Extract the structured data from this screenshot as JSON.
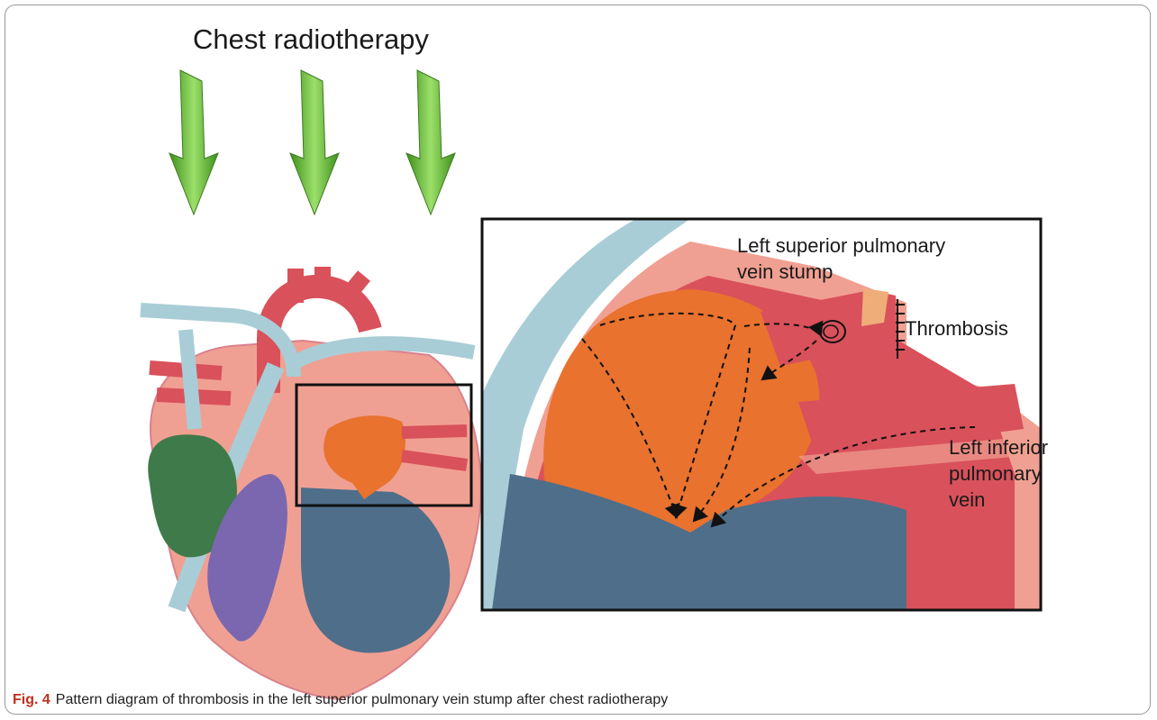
{
  "figure": {
    "title": "Chest radiotherapy",
    "labels": {
      "superior_vein_line1": "Left superior pulmonary",
      "superior_vein_line2": "vein stump",
      "thrombosis": "Thrombosis",
      "inferior_vein_line1": "Left inferior",
      "inferior_vein_line2": "pulmonary",
      "inferior_vein_line3": "vein"
    },
    "caption": {
      "number": "Fig. 4",
      "text": "Pattern diagram of thrombosis in the left superior pulmonary vein stump after chest radiotherapy"
    },
    "arrow_count": 3,
    "colors": {
      "arrow_green": "#5cb82e",
      "artery_red": "#d9515b",
      "vein_blue": "#a9cdd6",
      "left_atrium_orange": "#e8722e",
      "left_ventricle_blue": "#4f6e8a",
      "right_atrium_green": "#3f7a4a",
      "right_ventricle_purple": "#7a67b0",
      "myocardium_pink": "#f0a092"
    }
  }
}
